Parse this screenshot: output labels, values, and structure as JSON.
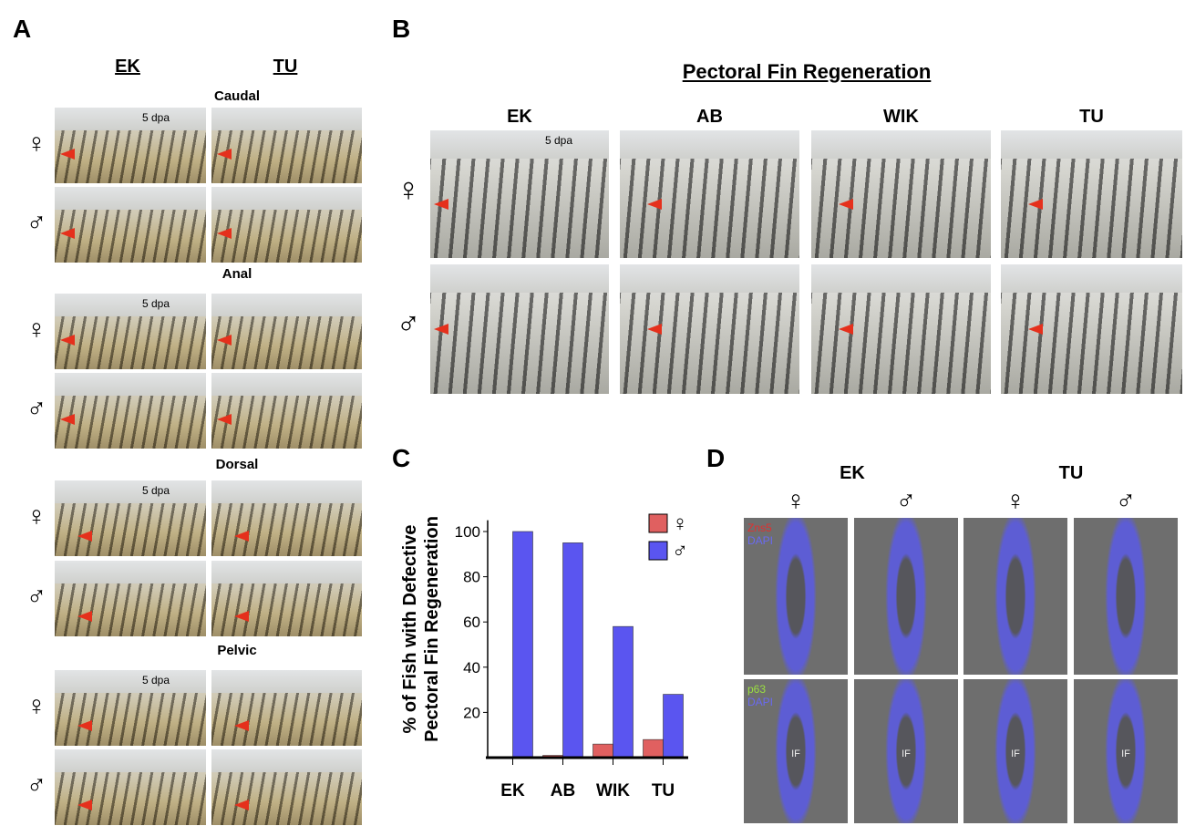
{
  "panels": {
    "a": {
      "label": "A",
      "strains": [
        "EK",
        "TU"
      ],
      "fins": [
        "Caudal",
        "Anal",
        "Dorsal",
        "Pelvic"
      ],
      "time": "5 dpa"
    },
    "b": {
      "label": "B",
      "title": "Pectoral Fin Regeneration",
      "strains": [
        "EK",
        "AB",
        "WIK",
        "TU"
      ],
      "time": "5 dpa"
    },
    "c": {
      "label": "C"
    },
    "d": {
      "label": "D",
      "strains": [
        "EK",
        "TU"
      ],
      "stain_top": [
        "Zns5",
        "DAPI"
      ],
      "stain_bottom": [
        "p63",
        "DAPI"
      ],
      "lumen": "IF"
    }
  },
  "symbols": {
    "female": "♀",
    "male": "♂"
  },
  "colors": {
    "arrow": "#e5301c",
    "female_bar": "#e06060",
    "male_bar": "#5a55f0",
    "zns5": "#e03030",
    "dapi": "#6a6af0",
    "p63": "#9be040"
  },
  "chart_data": {
    "type": "bar",
    "categories": [
      "EK",
      "AB",
      "WIK",
      "TU"
    ],
    "series": [
      {
        "name": "♀",
        "values": [
          0,
          1,
          6,
          8
        ]
      },
      {
        "name": "♂",
        "values": [
          100,
          95,
          58,
          28
        ]
      }
    ],
    "ylabel": [
      "% of Fish with Defective",
      "Pectoral Fin Regeneration"
    ],
    "yticks": [
      20,
      40,
      60,
      80,
      100
    ],
    "ylim": [
      0,
      105
    ],
    "legend": "top-right",
    "grid": false
  }
}
